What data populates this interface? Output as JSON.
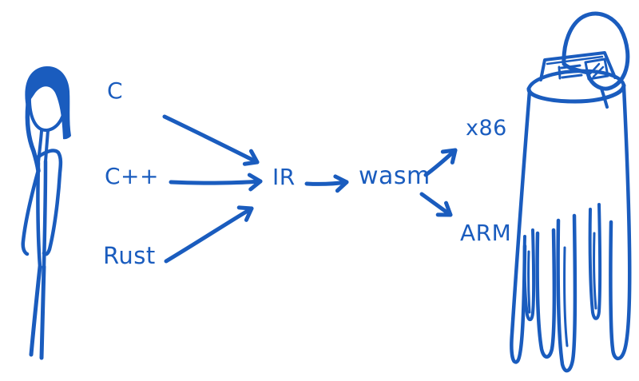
{
  "colors": {
    "ink": "#1a5cbe",
    "background": "#ffffff"
  },
  "labels": {
    "source_c": "C",
    "source_cpp": "C++",
    "source_rust": "Rust",
    "ir": "IR",
    "wasm": "wasm",
    "target_x86": "x86",
    "target_arm": "ARM"
  },
  "figures": {
    "person": "hand-drawn stick figure person with dark hair",
    "shredder": "hand-drawn open trash can with newspaper inside and shredded paper strips hanging below"
  },
  "edges": [
    {
      "from": "C",
      "to": "IR"
    },
    {
      "from": "C++",
      "to": "IR"
    },
    {
      "from": "Rust",
      "to": "IR"
    },
    {
      "from": "IR",
      "to": "wasm"
    },
    {
      "from": "wasm",
      "to": "x86"
    },
    {
      "from": "wasm",
      "to": "ARM"
    }
  ]
}
